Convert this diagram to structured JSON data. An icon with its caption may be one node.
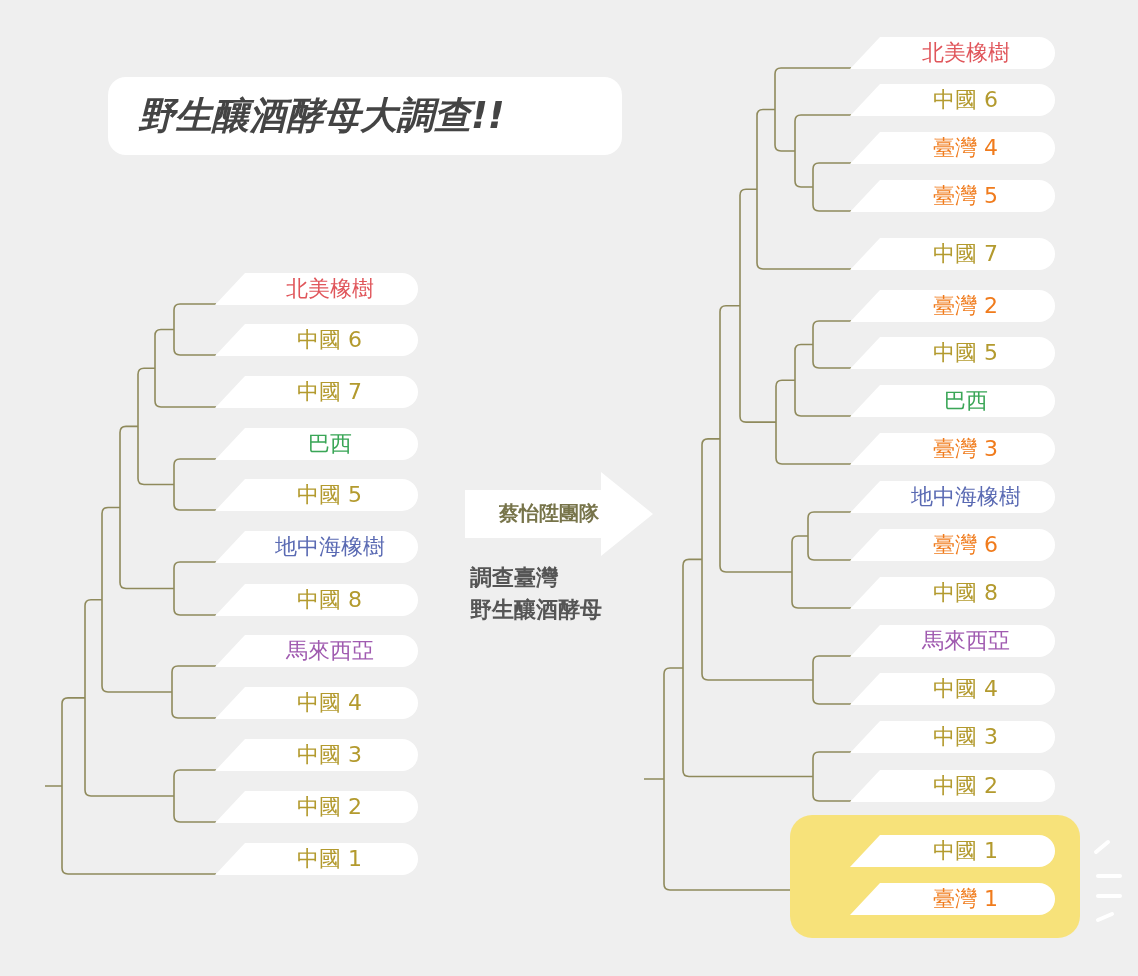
{
  "diagram": {
    "title": "野生釀酒酵母大調查!!",
    "nodes": [
      {
        "text": [
          "北美橡樹"
        ]
      },
      {
        "text": [
          "中國 6"
        ]
      },
      {
        "text": [
          "中國 7"
        ]
      },
      {
        "text": [
          "巴西"
        ]
      },
      {
        "text": [
          "中國 5"
        ]
      },
      {
        "text": [
          "地中海橡樹"
        ]
      },
      {
        "text": [
          "中國 8"
        ]
      },
      {
        "text": [
          "馬來西亞"
        ]
      },
      {
        "text": [
          "中國 4"
        ]
      },
      {
        "text": [
          "中國 3"
        ]
      },
      {
        "text": [
          "中國 2"
        ]
      },
      {
        "text": [
          "中國 1"
        ]
      },
      {
        "text": [
          "蔡怡陞團隊"
        ]
      },
      {
        "text": [
          "北美橡樹"
        ]
      },
      {
        "text": [
          "中國 6"
        ]
      },
      {
        "text": [
          "臺灣 4"
        ]
      },
      {
        "text": [
          "臺灣 5"
        ]
      },
      {
        "text": [
          "中國 7"
        ]
      },
      {
        "text": [
          "臺灣 2"
        ]
      },
      {
        "text": [
          "中國 5"
        ]
      },
      {
        "text": [
          "巴西"
        ]
      },
      {
        "text": [
          "臺灣 3"
        ]
      },
      {
        "text": [
          "地中海橡樹"
        ]
      },
      {
        "text": [
          "臺灣 6"
        ]
      },
      {
        "text": [
          "中國 8"
        ]
      },
      {
        "text": [
          "馬來西亞"
        ]
      },
      {
        "text": [
          "中國 4"
        ]
      },
      {
        "text": [
          "中國 3"
        ]
      },
      {
        "text": [
          "中國 2"
        ]
      },
      {
        "text": [],
        "shape": "box"
      },
      {
        "text": [
          "中國 1"
        ],
        "in": 29
      },
      {
        "text": [
          "臺灣 1"
        ],
        "in": 29
      }
    ],
    "labels": [
      "調查臺灣",
      "野生釀酒酵母"
    ]
  }
}
